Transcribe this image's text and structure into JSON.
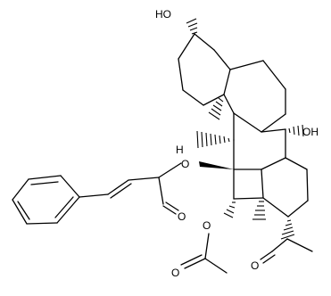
{
  "labels": {
    "oh_top": "HO",
    "oh_mid": "OH",
    "h": "H",
    "o_ester": "O",
    "o_carbonyl_cinn": "O",
    "o_acetate": "O",
    "o_acetate_carbonyl": "O",
    "o_acetyl": "O"
  },
  "colors": {
    "bond": "#000000",
    "background": "#ffffff"
  }
}
